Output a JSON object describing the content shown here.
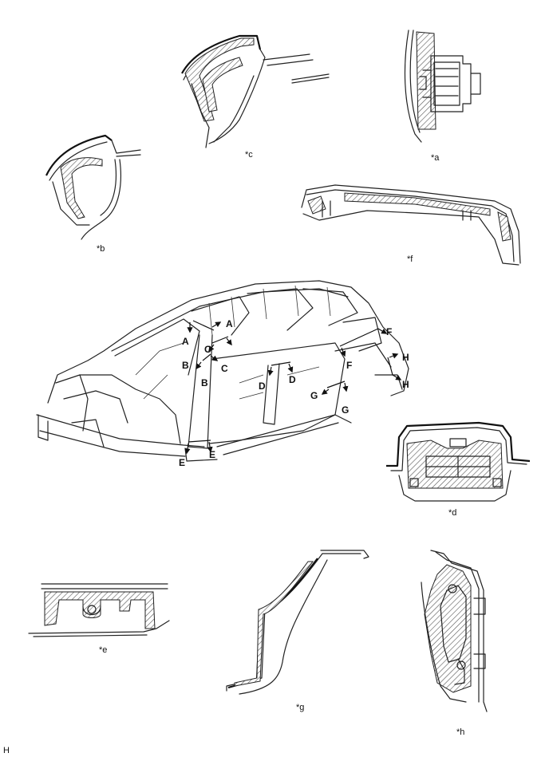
{
  "detail_labels": {
    "a": "*a",
    "b": "*b",
    "c": "*c",
    "d": "*d",
    "e": "*e",
    "f": "*f",
    "g": "*g",
    "h": "*h"
  },
  "section_letters": [
    "A",
    "B",
    "C",
    "D",
    "E",
    "F",
    "G",
    "H"
  ],
  "corner_mark": "H",
  "colors": {
    "line": "#222222",
    "hatch": "#555555",
    "background": "#ffffff"
  }
}
